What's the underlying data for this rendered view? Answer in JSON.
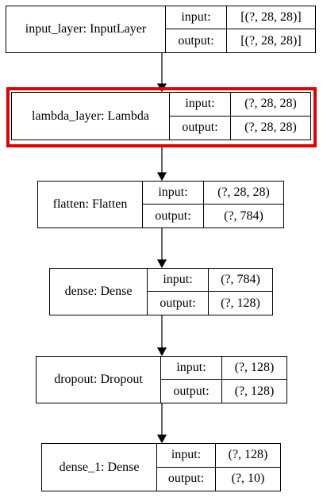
{
  "port_labels": {
    "input": "input:",
    "output": "output:"
  },
  "colors": {
    "highlight": "#e40000",
    "line": "#000000",
    "background": "#ffffff"
  },
  "layers": [
    {
      "name": "input_layer: InputLayer",
      "input": "[(?, 28, 28)]",
      "output": "[(?, 28, 28)]",
      "highlighted": false
    },
    {
      "name": "lambda_layer: Lambda",
      "input": "(?, 28, 28)",
      "output": "(?, 28, 28)",
      "highlighted": true
    },
    {
      "name": "flatten: Flatten",
      "input": "(?, 28, 28)",
      "output": "(?, 784)",
      "highlighted": false
    },
    {
      "name": "dense: Dense",
      "input": "(?, 784)",
      "output": "(?, 128)",
      "highlighted": false
    },
    {
      "name": "dropout: Dropout",
      "input": "(?, 128)",
      "output": "(?, 128)",
      "highlighted": false
    },
    {
      "name": "dense_1: Dense",
      "input": "(?, 128)",
      "output": "(?, 10)",
      "highlighted": false
    }
  ]
}
